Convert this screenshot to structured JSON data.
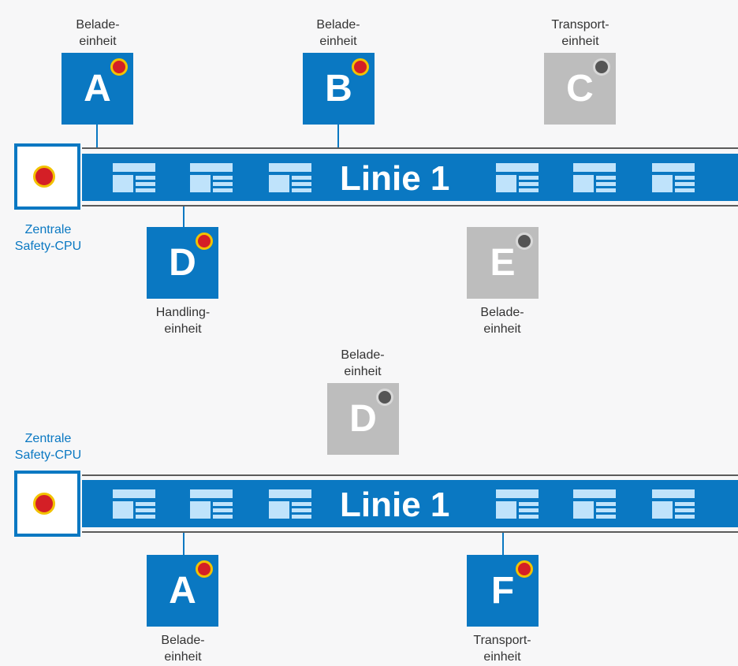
{
  "colors": {
    "accent": "#0a78c2",
    "active_led": "#d41f26",
    "led_ring": "#f2c200",
    "inactive_unit": "#bdbdbd",
    "inactive_led": "#555555"
  },
  "top_diagram": {
    "line_label": "Linie 1",
    "cpu": {
      "caption_line1": "Zentrale",
      "caption_line2": "Safety-CPU",
      "status": "active"
    },
    "units": [
      {
        "letter": "A",
        "status": "active",
        "caption_line1": "Belade-",
        "caption_line2": "einheit"
      },
      {
        "letter": "B",
        "status": "active",
        "caption_line1": "Belade-",
        "caption_line2": "einheit"
      },
      {
        "letter": "C",
        "status": "idle",
        "caption_line1": "Transport-",
        "caption_line2": "einheit"
      },
      {
        "letter": "D",
        "status": "active",
        "caption_line1": "Handling-",
        "caption_line2": "einheit"
      },
      {
        "letter": "E",
        "status": "idle",
        "caption_line1": "Belade-",
        "caption_line2": "einheit"
      }
    ]
  },
  "bottom_diagram": {
    "line_label": "Linie 1",
    "cpu": {
      "caption_line1": "Zentrale",
      "caption_line2": "Safety-CPU",
      "status": "active"
    },
    "units": [
      {
        "letter": "D",
        "status": "idle",
        "caption_line1": "Belade-",
        "caption_line2": "einheit"
      },
      {
        "letter": "A",
        "status": "active",
        "caption_line1": "Belade-",
        "caption_line2": "einheit"
      },
      {
        "letter": "F",
        "status": "active",
        "caption_line1": "Transport-",
        "caption_line2": "einheit"
      }
    ]
  }
}
